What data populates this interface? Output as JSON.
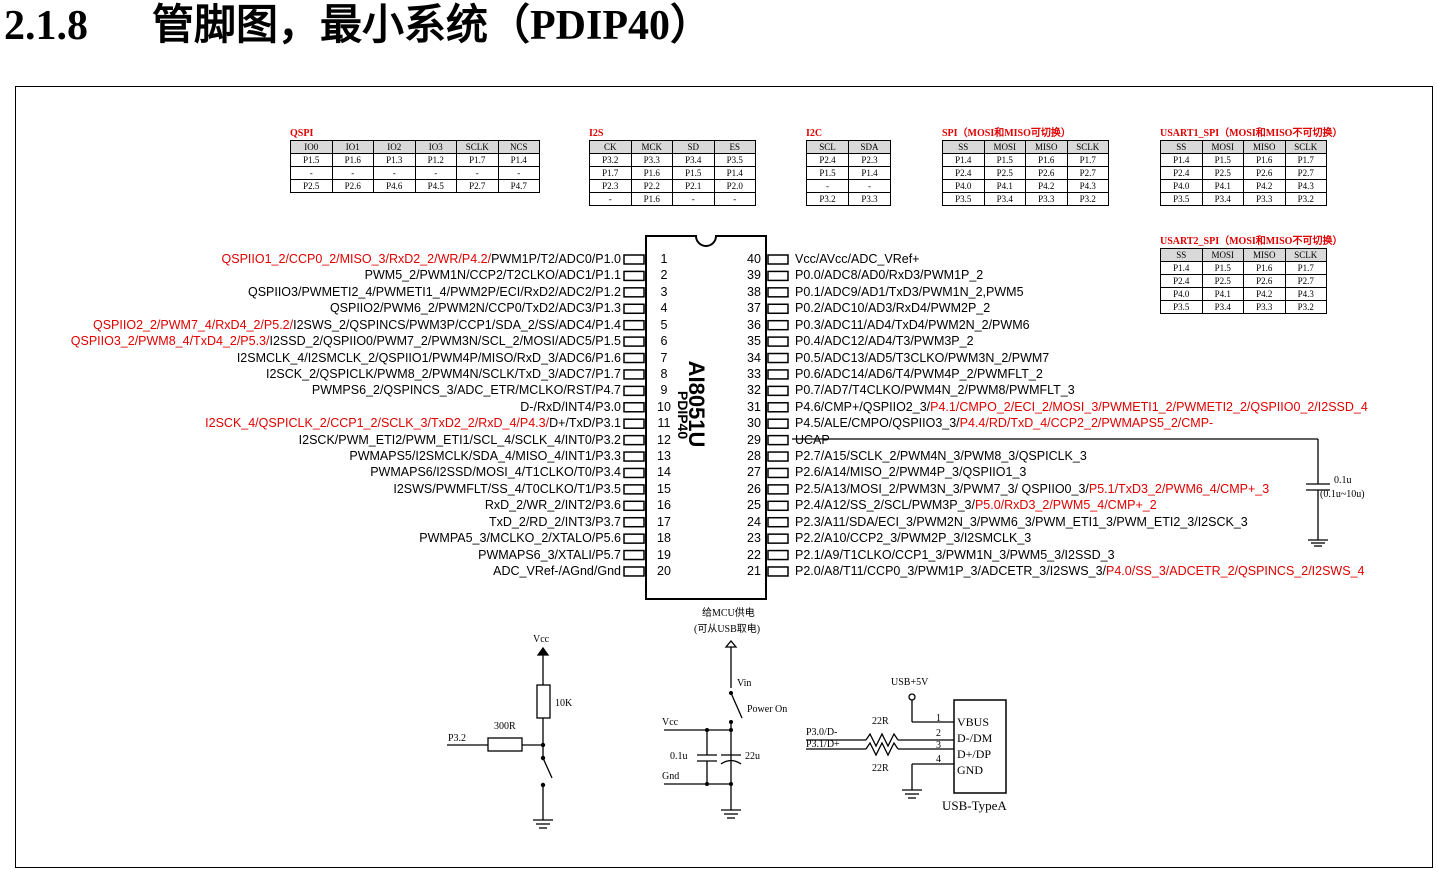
{
  "title": {
    "number": "2.1.8",
    "text": "管脚图，最小系统（PDIP40）"
  },
  "tables": [
    {
      "name": "QSPI",
      "headers": [
        "IO0",
        "IO1",
        "IO2",
        "IO3",
        "SCLK",
        "NCS"
      ],
      "rows": [
        [
          "P1.5",
          "P1.6",
          "P1.3",
          "P1.2",
          "P1.7",
          "P1.4"
        ],
        [
          "-",
          "-",
          "-",
          "-",
          "-",
          "-"
        ],
        [
          "P2.5",
          "P2.6",
          "P4.6",
          "P4.5",
          "P2.7",
          "P4.7"
        ]
      ]
    },
    {
      "name": "I2S",
      "headers": [
        "CK",
        "MCK",
        "SD",
        "ES"
      ],
      "rows": [
        [
          "P3.2",
          "P3.3",
          "P3.4",
          "P3.5"
        ],
        [
          "P1.7",
          "P1.6",
          "P1.5",
          "P1.4"
        ],
        [
          "P2.3",
          "P2.2",
          "P2.1",
          "P2.0"
        ],
        [
          "-",
          "P1.6",
          "-",
          "-"
        ]
      ]
    },
    {
      "name": "I2C",
      "headers": [
        "SCL",
        "SDA"
      ],
      "rows": [
        [
          "P2.4",
          "P2.3"
        ],
        [
          "P1.5",
          "P1.4"
        ],
        [
          "-",
          "-"
        ],
        [
          "P3.2",
          "P3.3"
        ]
      ]
    },
    {
      "name": "SPI（MOSI和MISO可切换）",
      "headers": [
        "SS",
        "MOSI",
        "MISO",
        "SCLK"
      ],
      "rows": [
        [
          "P1.4",
          "P1.5",
          "P1.6",
          "P1.7"
        ],
        [
          "P2.4",
          "P2.5",
          "P2.6",
          "P2.7"
        ],
        [
          "P4.0",
          "P4.1",
          "P4.2",
          "P4.3"
        ],
        [
          "P3.5",
          "P3.4",
          "P3.3",
          "P3.2"
        ]
      ]
    },
    {
      "name": "USART1_SPI（MOSI和MISO不可切换）",
      "headers": [
        "SS",
        "MOSI",
        "MISO",
        "SCLK"
      ],
      "rows": [
        [
          "P1.4",
          "P1.5",
          "P1.6",
          "P1.7"
        ],
        [
          "P2.4",
          "P2.5",
          "P2.6",
          "P2.7"
        ],
        [
          "P4.0",
          "P4.1",
          "P4.2",
          "P4.3"
        ],
        [
          "P3.5",
          "P3.4",
          "P3.3",
          "P3.2"
        ]
      ]
    },
    {
      "name": "USART2_SPI（MOSI和MISO不可切换）",
      "headers": [
        "SS",
        "MOSI",
        "MISO",
        "SCLK"
      ],
      "rows": [
        [
          "P1.4",
          "P1.5",
          "P1.6",
          "P1.7"
        ],
        [
          "P2.4",
          "P2.5",
          "P2.6",
          "P2.7"
        ],
        [
          "P4.0",
          "P4.1",
          "P4.2",
          "P4.3"
        ],
        [
          "P3.5",
          "P3.4",
          "P3.3",
          "P3.2"
        ]
      ]
    }
  ],
  "chip": {
    "name": "AI8051U",
    "package": "PDIP40"
  },
  "left_pins": [
    {
      "num": "1",
      "red": "QSPIIO1_2/CCP0_2/MISO_3/RxD2_2/WR/P4.2/",
      "black": "PWM1P/T2/ADC0/P1.0"
    },
    {
      "num": "2",
      "red": "",
      "black": "PWM5_2/PWM1N/CCP2/T2CLKO/ADC1/P1.1"
    },
    {
      "num": "3",
      "red": "",
      "black": "QSPIIO3/PWMETI2_4/PWMETI1_4/PWM2P/ECI/RxD2/ADC2/P1.2"
    },
    {
      "num": "4",
      "red": "",
      "black": "QSPIIO2/PWM6_2/PWM2N/CCP0/TxD2/ADC3/P1.3"
    },
    {
      "num": "5",
      "red": "QSPIIO2_2/PWM7_4/RxD4_2/P5.2/",
      "black": "I2SWS_2/QSPINCS/PWM3P/CCP1/SDA_2/SS/ADC4/P1.4"
    },
    {
      "num": "6",
      "red": "QSPIIO3_2/PWM8_4/TxD4_2/P5.3/",
      "black": "I2SSD_2/QSPIIO0/PWM7_2/PWM3N/SCL_2/MOSI/ADC5/P1.5"
    },
    {
      "num": "7",
      "red": "",
      "black": "I2SMCLK_4/I2SMCLK_2/QSPIIO1/PWM4P/MISO/RxD_3/ADC6/P1.6"
    },
    {
      "num": "8",
      "red": "",
      "black": "I2SCK_2/QSPICLK/PWM8_2/PWM4N/SCLK/TxD_3/ADC7/P1.7"
    },
    {
      "num": "9",
      "red": "",
      "black": "PWMPS6_2/QSPINCS_3/ADC_ETR/MCLKO/RST/P4.7"
    },
    {
      "num": "10",
      "red": "",
      "black": "D-/RxD/INT4/P3.0"
    },
    {
      "num": "11",
      "red": "I2SCK_4/QSPICLK_2/CCP1_2/SCLK_3/TxD2_2/RxD_4/P4.3/",
      "black": "D+/TxD/P3.1"
    },
    {
      "num": "12",
      "red": "",
      "black": "I2SCK/PWM_ETI2/PWM_ETI1/SCL_4/SCLK_4/INT0/P3.2"
    },
    {
      "num": "13",
      "red": "",
      "black": "PWMAPS5/I2SMCLK/SDA_4/MISO_4/INT1/P3.3"
    },
    {
      "num": "14",
      "red": "",
      "black": "PWMAPS6/I2SSD/MOSI_4/T1CLKO/T0/P3.4"
    },
    {
      "num": "15",
      "red": "",
      "black": "I2SWS/PWMFLT/SS_4/T0CLKO/T1/P3.5"
    },
    {
      "num": "16",
      "red": "",
      "black": "RxD_2/WR_2/INT2/P3.6"
    },
    {
      "num": "17",
      "red": "",
      "black": "TxD_2/RD_2/INT3/P3.7"
    },
    {
      "num": "18",
      "red": "",
      "black": "PWMPA5_3/MCLKO_2/XTALO/P5.6"
    },
    {
      "num": "19",
      "red": "",
      "black": "PWMAPS6_3/XTALI/P5.7"
    },
    {
      "num": "20",
      "red": "",
      "black": "ADC_VRef-/AGnd/Gnd"
    }
  ],
  "right_pins": [
    {
      "num": "40",
      "black": "Vcc/AVcc/ADC_VRef+",
      "red": ""
    },
    {
      "num": "39",
      "black": "P0.0/ADC8/AD0/RxD3/PWM1P_2",
      "red": ""
    },
    {
      "num": "38",
      "black": "P0.1/ADC9/AD1/TxD3/PWM1N_2,PWM5",
      "red": ""
    },
    {
      "num": "37",
      "black": "P0.2/ADC10/AD3/RxD4/PWM2P_2",
      "red": ""
    },
    {
      "num": "36",
      "black": "P0.3/ADC11/AD4/TxD4/PWM2N_2/PWM6",
      "red": ""
    },
    {
      "num": "35",
      "black": "P0.4/ADC12/AD4/T3/PWM3P_2",
      "red": ""
    },
    {
      "num": "34",
      "black": "P0.5/ADC13/AD5/T3CLKO/PWM3N_2/PWM7",
      "red": ""
    },
    {
      "num": "33",
      "black": "P0.6/ADC14/AD6/T4/PWM4P_2/PWMFLT_2",
      "red": ""
    },
    {
      "num": "32",
      "black": "P0.7/AD7/T4CLKO/PWM4N_2/PWM8/PWMFLT_3",
      "red": ""
    },
    {
      "num": "31",
      "black": "P4.6/CMP+/QSPIIO2_3/",
      "red": "P4.1/CMPO_2/ECI_2/MOSI_3/PWMETI1_2/PWMETI2_2/QSPIIO0_2/I2SSD_4"
    },
    {
      "num": "30",
      "black": "P4.5/ALE/CMPO/QSPIIO3_3/",
      "red": "P4.4/RD/TxD_4/CCP2_2/PWMAPS5_2/CMP-"
    },
    {
      "num": "29",
      "black": "UCAP",
      "red": ""
    },
    {
      "num": "28",
      "black": "P2.7/A15/SCLK_2/PWM4N_3/PWM8_3/QSPICLK_3",
      "red": ""
    },
    {
      "num": "27",
      "black": "P2.6/A14/MISO_2/PWM4P_3/QSPIIO1_3",
      "red": ""
    },
    {
      "num": "26",
      "black": "P2.5/A13/MOSI_2/PWM3N_3/PWM7_3/ QSPIIO0_3/",
      "red": "P5.1/TxD3_2/PWM6_4/CMP+_3"
    },
    {
      "num": "25",
      "black": "P2.4/A12/SS_2/SCL/PWM3P_3/",
      "red": "P5.0/RxD3_2/PWM5_4/CMP+_2"
    },
    {
      "num": "24",
      "black": "P2.3/A11/SDA/ECI_3/PWM2N_3/PWM6_3/PWM_ETI1_3/PWM_ETI2_3/I2SCK_3",
      "red": ""
    },
    {
      "num": "23",
      "black": "P2.2/A10/CCP2_3/PWM2P_3/I2SMCLK_3",
      "red": ""
    },
    {
      "num": "22",
      "black": "P2.1/A9/T1CLKO/CCP1_3/PWM1N_3/PWM5_3/I2SSD_3",
      "red": ""
    },
    {
      "num": "21",
      "black": "P2.0/A8/T11/CCP0_3/PWM1P_3/ADCETR_3/I2SWS_3/",
      "red": "P4.0/SS_3/ADCETR_2/QSPINCS_2/I2SWS_4"
    }
  ],
  "ucap_cap": {
    "value": "0.1u",
    "range": "(0.1u~10u)"
  },
  "reset_circuit": {
    "vcc": "Vcc",
    "r_pullup": "10K",
    "r_series": "300R",
    "pin": "P3.2"
  },
  "power_circuit": {
    "note1": "给MCU供电",
    "note2": "(可从USB取电)",
    "vin": "Vin",
    "power_on": "Power On",
    "vcc": "Vcc",
    "gnd": "Gnd",
    "c1": "0.1u",
    "c2": "22u"
  },
  "usb_circuit": {
    "usb5v": "USB+5V",
    "dm_pin": "P3.0/D-",
    "dp_pin": "P3.1/D+",
    "r1": "22R",
    "r2": "22R",
    "pins": [
      "1",
      "2",
      "3",
      "4"
    ],
    "pin_names": [
      "VBUS",
      "D-/DM",
      "D+/DP",
      "GND"
    ],
    "connector": "USB-TypeA"
  }
}
